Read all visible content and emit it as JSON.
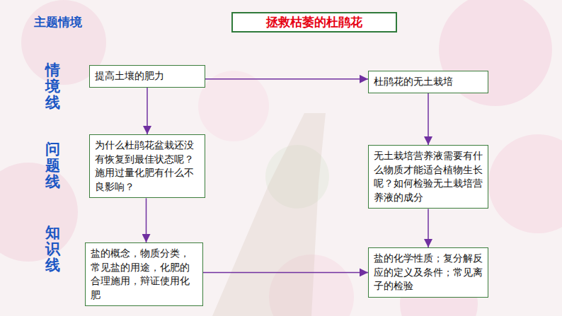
{
  "diagram": {
    "title": "拯救枯萎的杜鹃花",
    "nodes": [
      {
        "text": [
          "提高土壤的肥力"
        ]
      },
      {
        "text": [
          "杜鹃花的无土栽培"
        ]
      },
      {
        "text": [
          "为什么杜鹃花盆栽还没有恢复到最佳状态呢？施用过量化肥有什么不良影响？"
        ]
      },
      {
        "text": [
          "无土栽培营养液需要有什么物质才能适合植物生长呢？如何检验无土栽培营养液的成分"
        ]
      },
      {
        "text": [
          "盐的概念，物质分类，常见盐的用途，化肥的合理施用，辩证使用化肥"
        ]
      },
      {
        "text": [
          "盐的化学性质；复分解反应的定义及条件；常见离子的检验"
        ]
      }
    ],
    "edges": [
      {
        "from": 0,
        "to": 1,
        "arrow": "to"
      },
      {
        "from": 0,
        "to": 2,
        "arrow": "to"
      },
      {
        "from": 1,
        "to": 3,
        "arrow": "to"
      },
      {
        "from": 2,
        "to": 4,
        "arrow": "to"
      },
      {
        "from": 3,
        "to": 5,
        "arrow": "to"
      },
      {
        "from": 4,
        "to": 5,
        "arrow": "to"
      }
    ],
    "labels": [
      "主题情境",
      "情境线",
      "问题线",
      "知识线"
    ]
  }
}
